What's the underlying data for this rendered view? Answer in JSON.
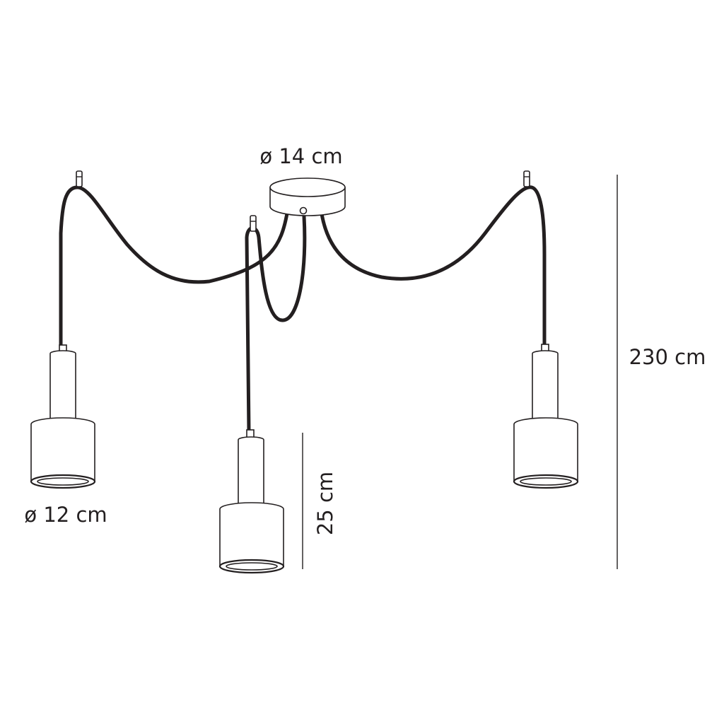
{
  "diagram": {
    "labels": {
      "canopy_diameter": "ø 14 cm",
      "total_height": "230 cm",
      "shade_height": "25 cm",
      "shade_diameter": "ø 12 cm"
    },
    "colors": {
      "line": "#231f20",
      "background": "#ffffff"
    },
    "components": {
      "pendant_count": 3,
      "hook_count": 3
    }
  }
}
